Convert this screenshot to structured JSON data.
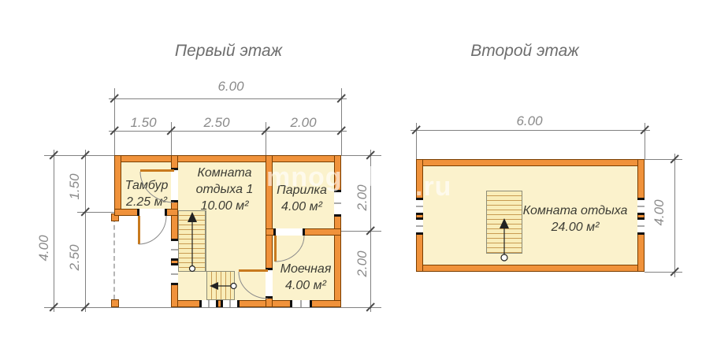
{
  "watermark": {
    "left": "mnogodo",
    "right": ".ru"
  },
  "colors": {
    "wall": "#F0923B",
    "wall_outline": "#7A3E00",
    "room_fill": "#FBF2CC",
    "stair_fill": "#F9EDB9",
    "dimension_text": "#8A8A8A",
    "room_text": "#3C3C34"
  },
  "floors": [
    {
      "title": "Первый этаж",
      "dims": {
        "total_w": "6.00",
        "seg_w": [
          "1.50",
          "2.50",
          "2.00"
        ],
        "total_h": "4.00",
        "seg_h_left": [
          "1.50",
          "2.50"
        ],
        "seg_h_right": [
          "2.00",
          "2.00"
        ]
      },
      "rooms": [
        {
          "name": "Тамбур",
          "area": "2.25 м²"
        },
        {
          "name": "Комната\nотдыха 1",
          "area": "10.00 м²"
        },
        {
          "name": "Парилка",
          "area": "4.00 м²"
        },
        {
          "name": "Моечная",
          "area": "4.00 м²"
        }
      ]
    },
    {
      "title": "Второй этаж",
      "dims": {
        "total_w": "6.00",
        "total_h": "4.00"
      },
      "rooms": [
        {
          "name": "Комната отдыха",
          "area": "24.00 м²"
        }
      ]
    }
  ]
}
